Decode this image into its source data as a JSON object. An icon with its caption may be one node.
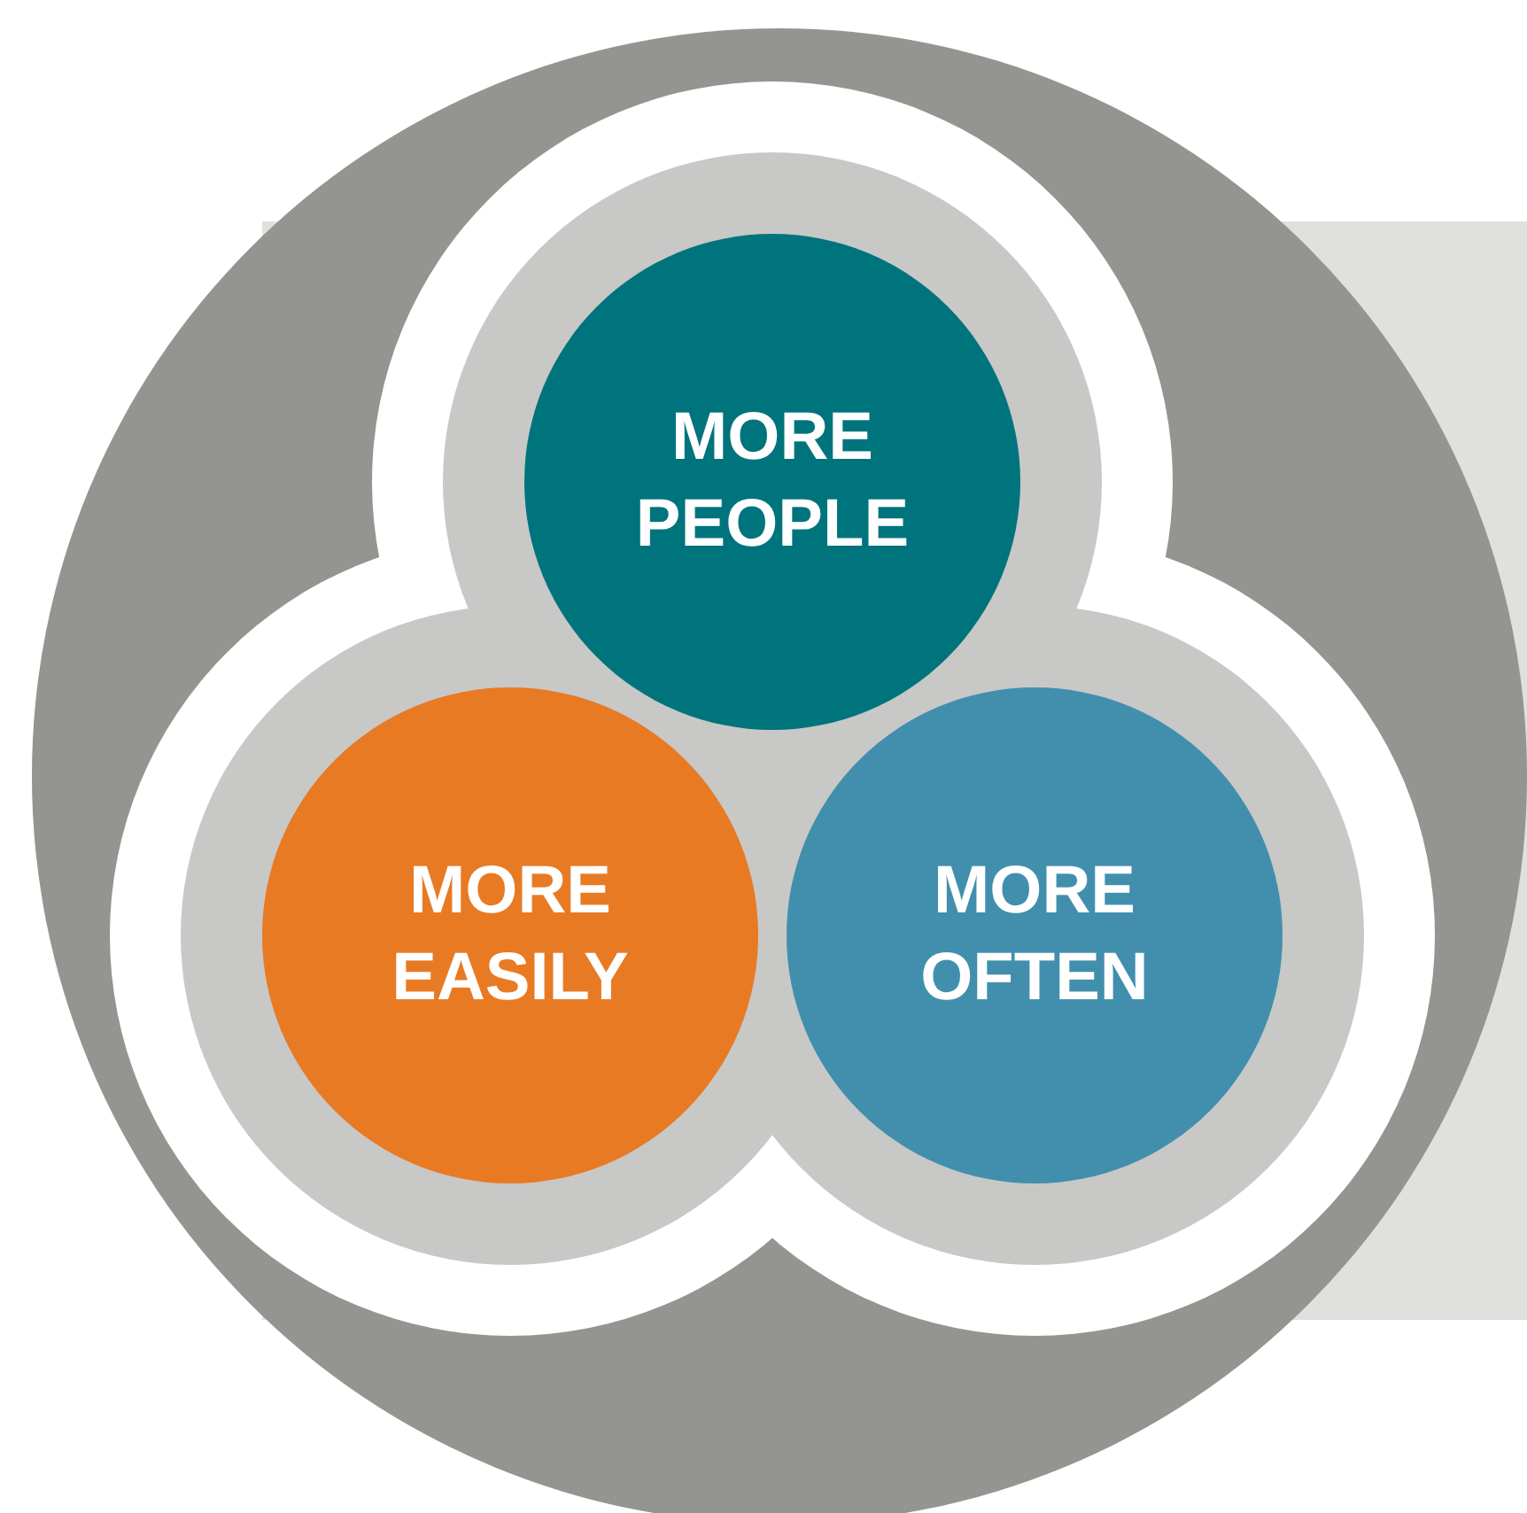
{
  "diagram": {
    "nodes": [
      {
        "text": [
          "MORE PEOPLE"
        ]
      },
      {
        "text": [
          "MORE EASILY"
        ]
      },
      {
        "text": [
          "MORE OFTEN"
        ]
      }
    ]
  }
}
